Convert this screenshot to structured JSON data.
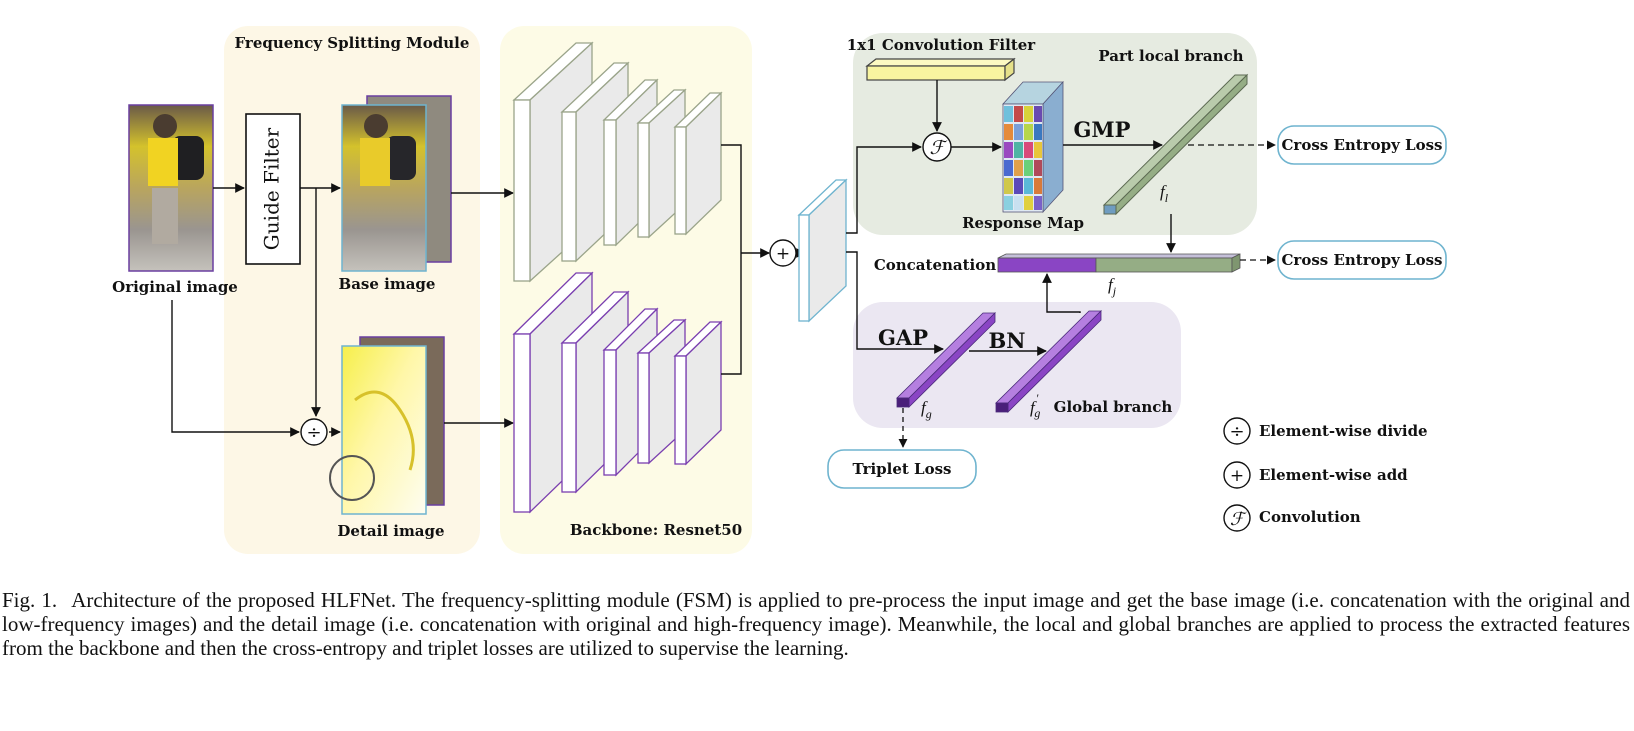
{
  "figure": {
    "modules": {
      "fsm_title": "Frequency Splitting Module",
      "guide_filter": "Guide Filter",
      "backbone": "Backbone: Resnet50",
      "conv_filter": "1x1 Convolution Filter",
      "part_local_branch": "Part local branch",
      "global_branch": "Global branch",
      "response_map": "Response Map",
      "concatenation": "Concatenation"
    },
    "images": {
      "original": "Original image",
      "base": "Base image",
      "detail": "Detail image"
    },
    "ops": {
      "gmp": "GMP",
      "gap": "GAP",
      "bn": "BN"
    },
    "features": {
      "f_l_base": "f",
      "f_l_sub": "l",
      "f_j_base": "f",
      "f_j_sub": "j",
      "f_g_base": "f",
      "f_g_sub": "g",
      "f_g2_base": "f",
      "f_g2_sub": "g",
      "f_g2_sup": "'"
    },
    "losses": {
      "ce_top": "Cross Entropy Loss",
      "ce_mid": "Cross Entropy Loss",
      "triplet": "Triplet Loss"
    },
    "legend": [
      {
        "symbol": "÷",
        "label": "Element-wise divide"
      },
      {
        "symbol": "+",
        "label": "Element-wise add"
      },
      {
        "symbol": "ℱ",
        "label": "Convolution"
      }
    ],
    "colors": {
      "fsm_bg": "#fdf7e6",
      "backbone_bg": "#fdfbe6",
      "local_bg": "#e6ebe1",
      "global_bg": "#ebe7f2",
      "base_block": "#ffffff",
      "detail_block_stroke": "#7a3fb0",
      "feature_bar_green": "#95ad85",
      "feature_bar_purple": "#8a45c4",
      "conv_filter": "#f8f4a0",
      "loss_stroke": "#6fb4cf"
    }
  },
  "caption": {
    "label": "Fig. 1.",
    "text": "Architecture of the proposed HLFNet. The frequency-splitting module (FSM) is applied to pre-process the input image and get the base image (i.e. concatenation with the original and low-frequency images) and the detail image (i.e. concatenation with original and high-frequency image). Meanwhile, the local and global branches are applied to process the extracted features from the backbone and then the cross-entropy and triplet losses are utilized to supervise the learning."
  }
}
